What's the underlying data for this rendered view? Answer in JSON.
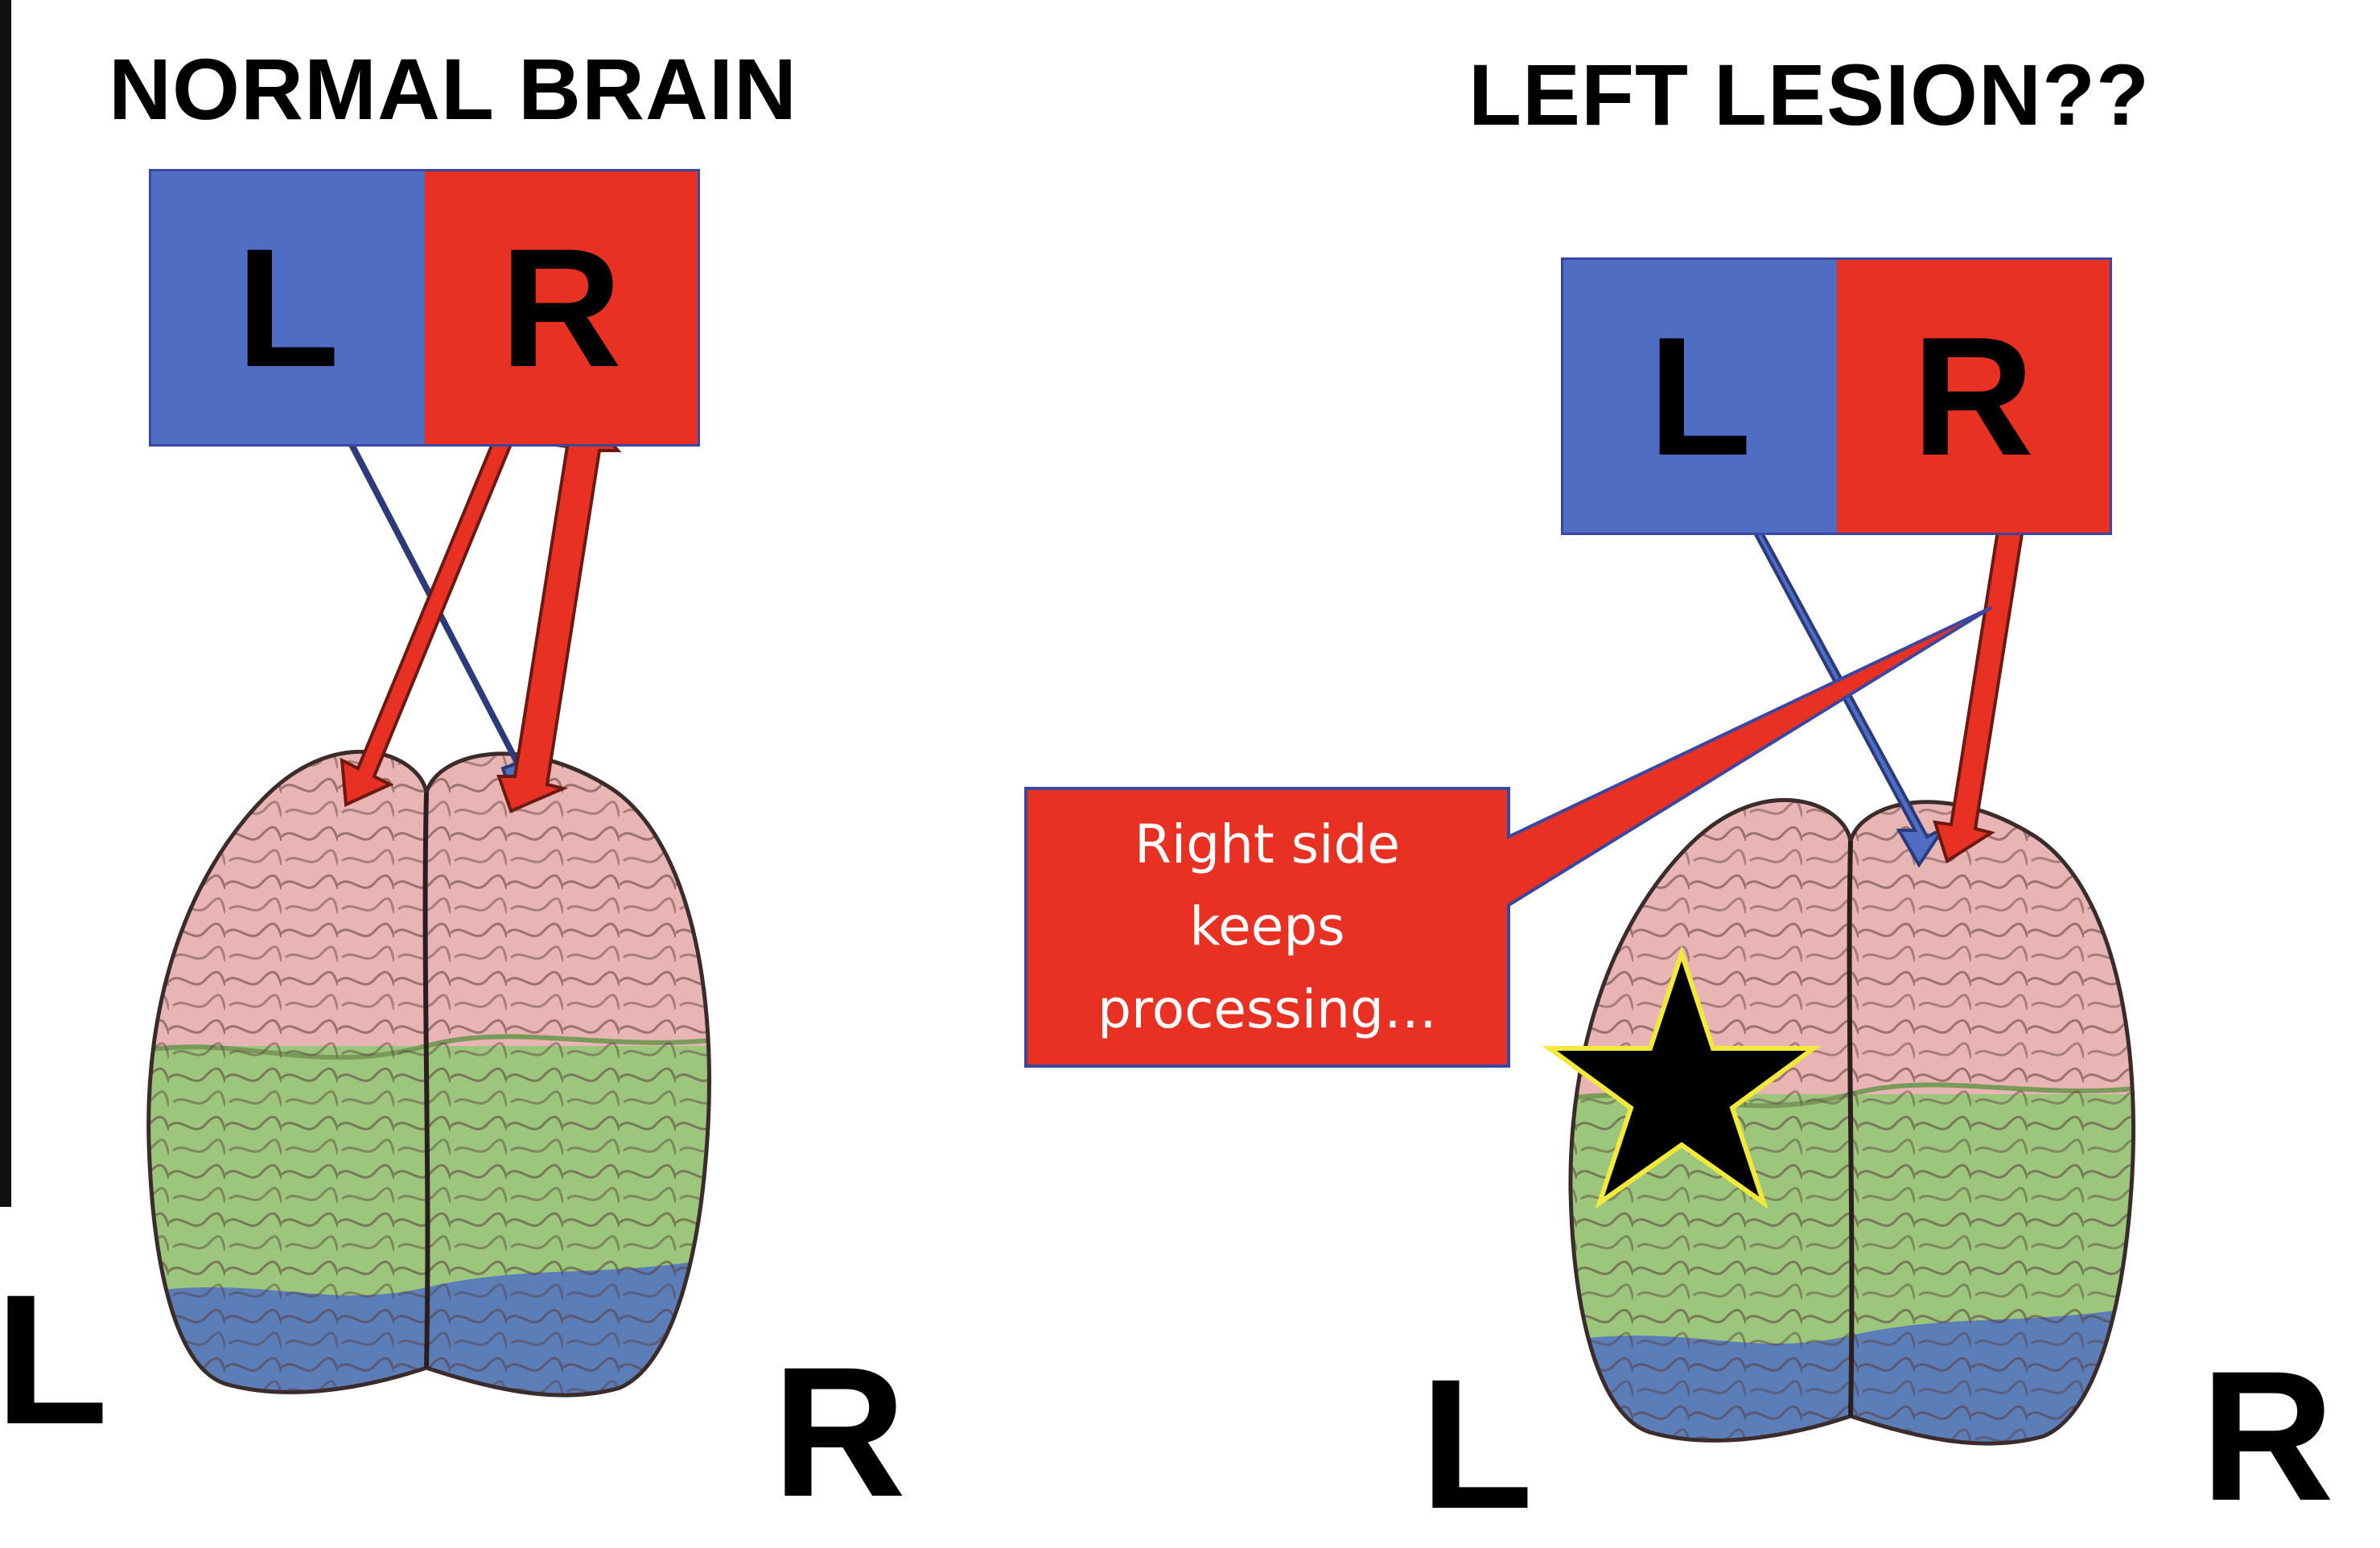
{
  "panels": {
    "normal": {
      "title": "NORMAL BRAIN",
      "box_left_label": "L",
      "box_right_label": "R",
      "side_left_label": "L",
      "side_right_label": "R"
    },
    "lesion": {
      "title": "LEFT LESION??",
      "box_left_label": "L",
      "box_right_label": "R",
      "side_left_label": "L",
      "side_right_label": "R",
      "callout": "Right side\nkeeps\nprocessing…"
    }
  },
  "colors": {
    "left_hemisphere": "#4f6dc3",
    "right_hemisphere": "#e83122",
    "box_border": "#3a47a0",
    "frontal_lobe": "#e8b4b4",
    "parietal_lobe": "#9cc67c",
    "occipital_lobe": "#5b7db8",
    "lesion_star": "#000000",
    "lesion_star_outline": "#f2e93b"
  },
  "icons": {
    "brain_illustration": "brain-top-view-icon",
    "lesion_marker": "star-icon"
  }
}
